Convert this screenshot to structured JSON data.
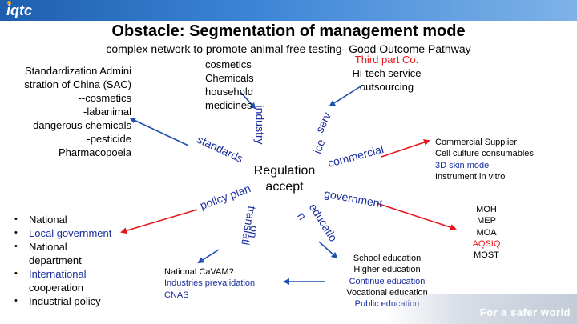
{
  "header": {
    "logo": "iqtc",
    "title": "Obstacle: Segmentation of management mode",
    "subtitle": "complex network to promote animal free testing- Good Outcome Pathway"
  },
  "hub": {
    "text_line1": "Regulation",
    "text_line2": "accept"
  },
  "left_block": {
    "lines": [
      "Standardization Admini",
      "stration of China (SAC)",
      "--cosmetics",
      "-labanimal",
      "-dangerous chemicals",
      "-pesticide",
      "Pharmacopoeia"
    ]
  },
  "top_center": {
    "lines": [
      "cosmetics",
      "Chemicals",
      "household",
      "medicines"
    ]
  },
  "top_right": {
    "lines": [
      "Third part Co.",
      "Hi-tech service",
      "outsourcing"
    ]
  },
  "right_block": {
    "lines": [
      "Commercial  Supplier",
      "Cell culture  consumables",
      "3D skin model",
      "Instrument in vitro"
    ]
  },
  "far_right": {
    "lines": [
      "MOH",
      "MEP",
      "MOA",
      "AQSIQ",
      "MOST"
    ]
  },
  "bottom_right": {
    "lines": [
      "School education",
      "Higher education",
      "Continue education",
      "Vocational education",
      "Public education"
    ]
  },
  "bottom_center": {
    "lines": [
      "National CaVAM?",
      "Industries prevalidation",
      "CNAS"
    ]
  },
  "bullets": [
    "National",
    "Local government",
    "National",
    "department",
    "International",
    "cooperation",
    "Industrial policy"
  ],
  "fragments": {
    "industry": "industry",
    "service": "serv",
    "ice": "ice",
    "standards": "standards",
    "commercial": "commercial",
    "policy_plan": "policy plan",
    "government": "government",
    "education": "educatio",
    "n": "n",
    "translation": "translati",
    "on": "on"
  },
  "footer": {
    "text": "For a safer world"
  },
  "colors": {
    "topbar": "#2f74c6",
    "red": "#e8141b",
    "blue": "#1a2e9e",
    "arrow_blue": "#1f4fb0",
    "arrow_red": "#e8141b"
  }
}
